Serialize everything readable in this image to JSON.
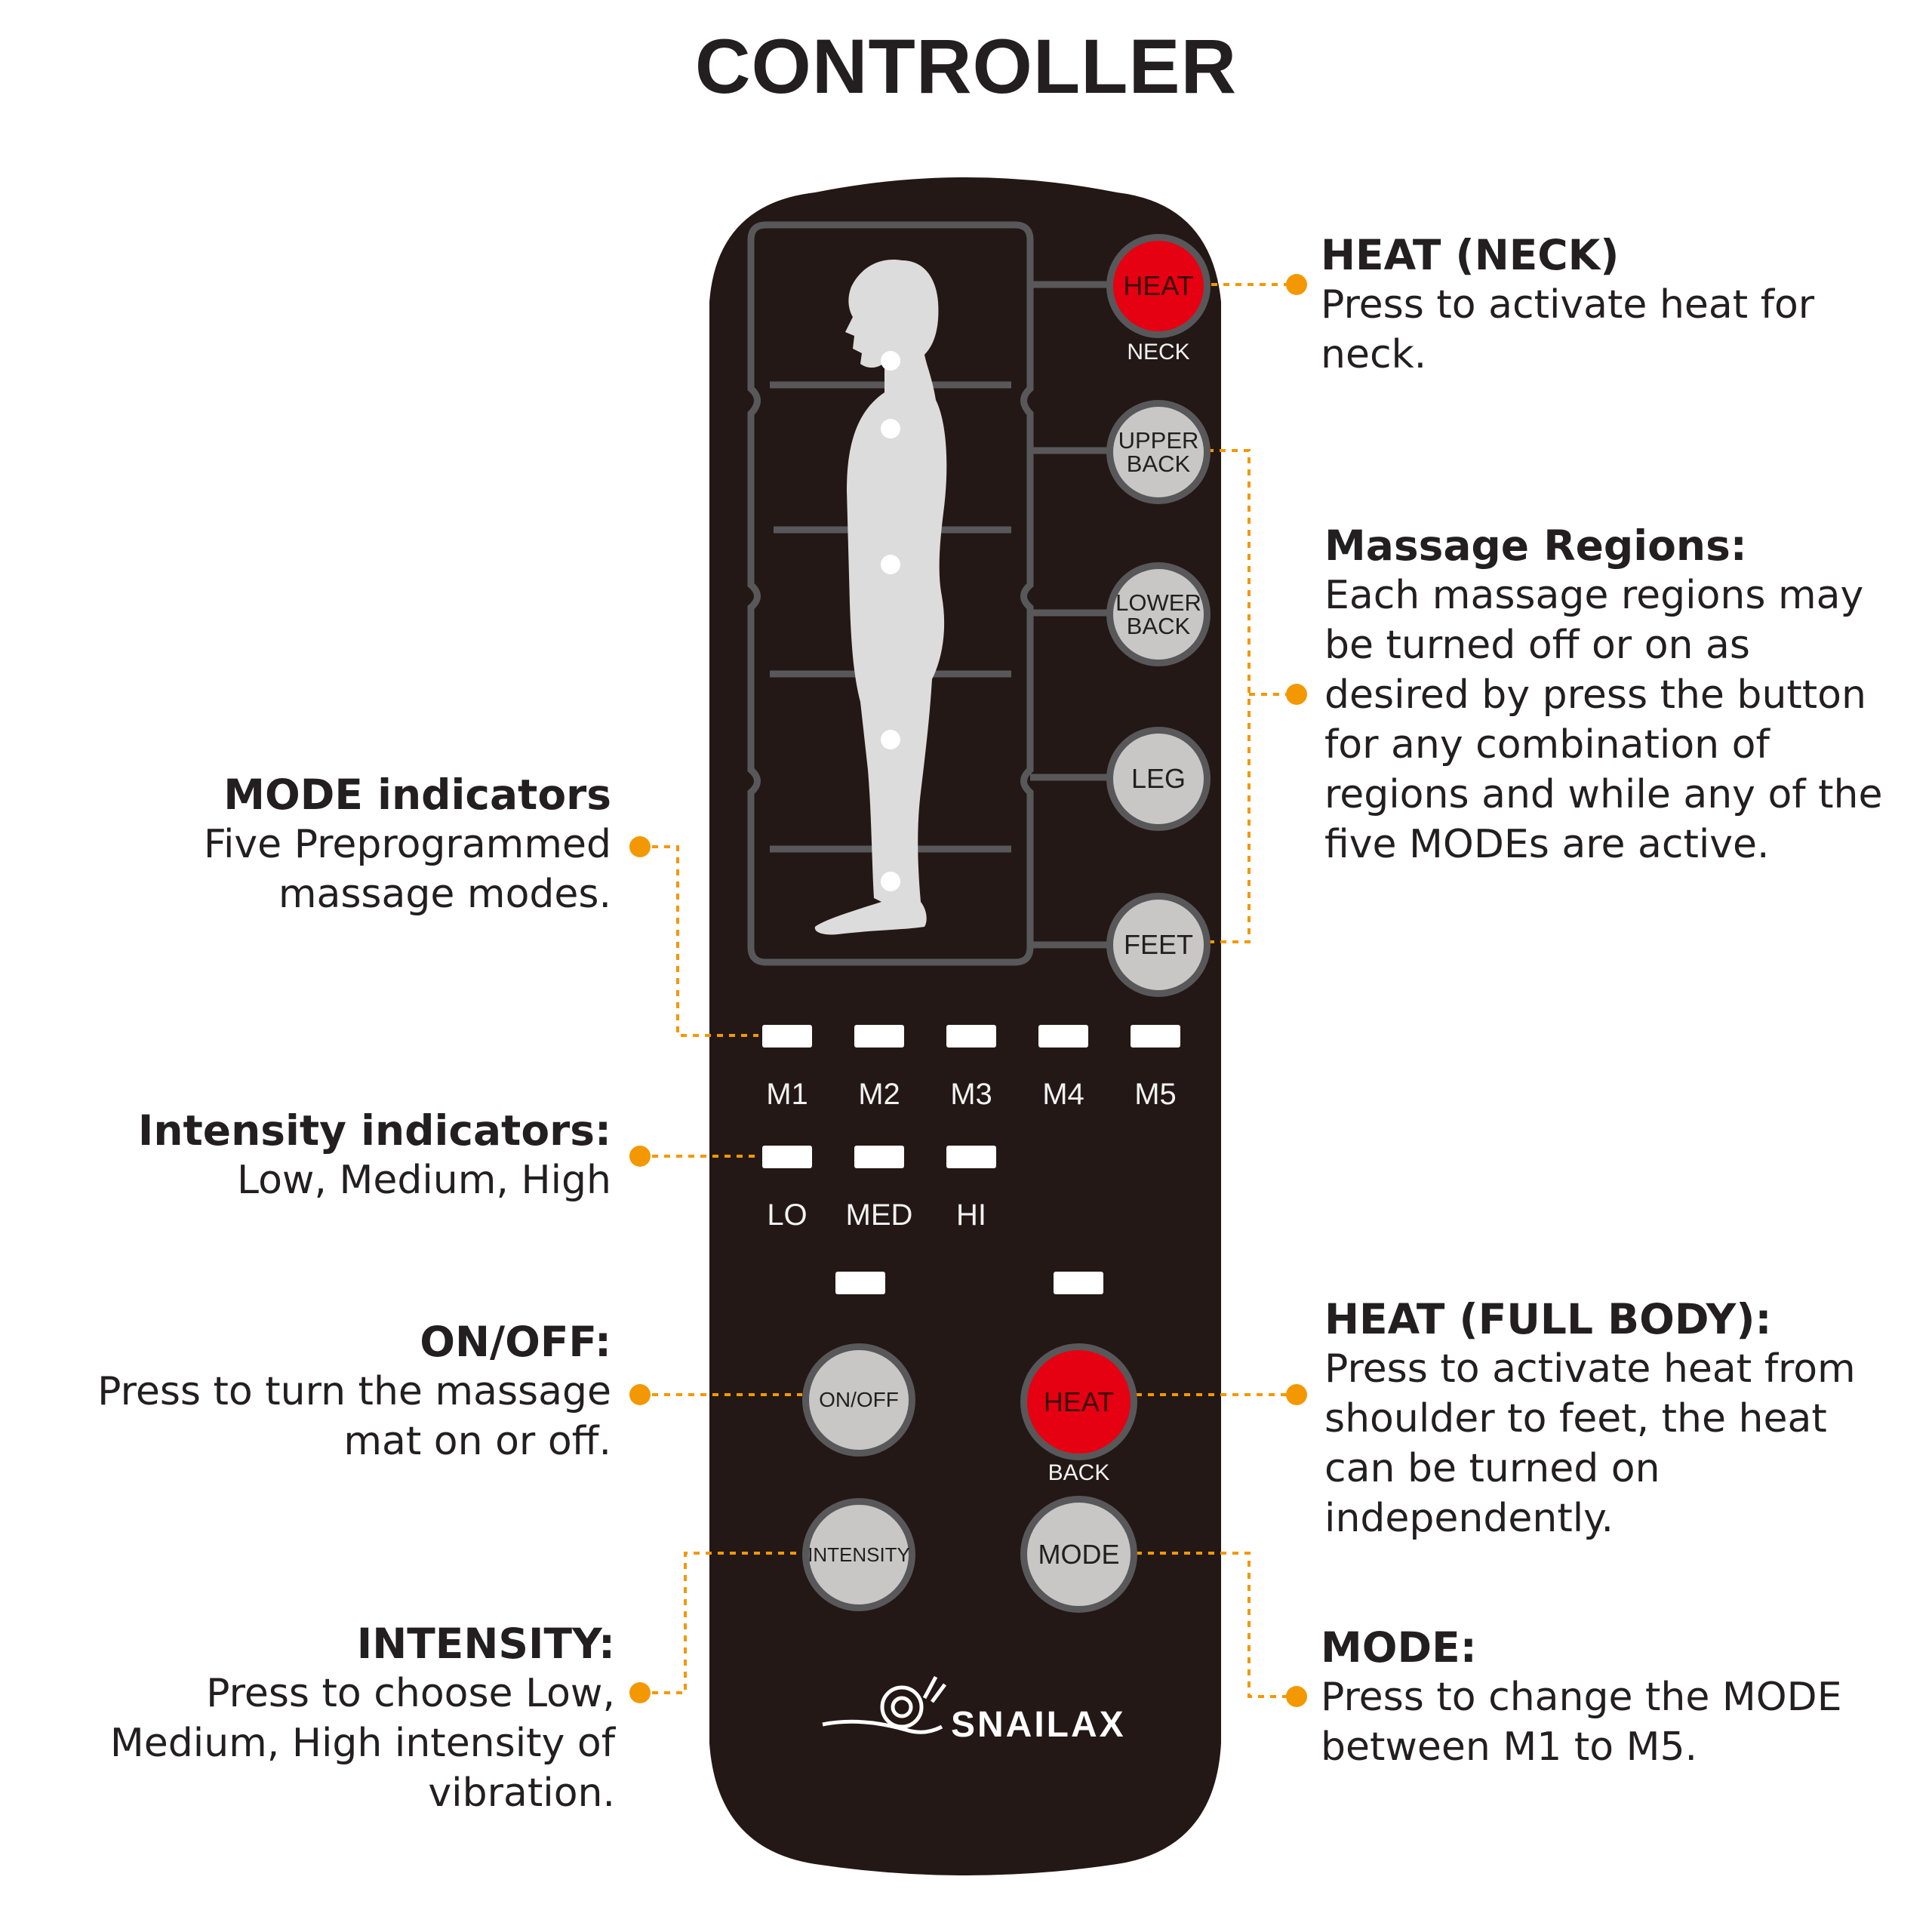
{
  "title": "CONTROLLER",
  "colors": {
    "remote_body": "#231815",
    "button_gray": "#c9c7c5",
    "button_red": "#e50012",
    "leader_orange": "#f39800",
    "text": "#231f20"
  },
  "buttons": {
    "heat_neck": "HEAT",
    "neck_caption": "NECK",
    "upper_back": "UPPER\nBACK",
    "lower_back": "LOWER\nBACK",
    "leg": "LEG",
    "feet": "FEET",
    "on_off": "ON/OFF",
    "heat_back": "HEAT",
    "back_caption": "BACK",
    "intensity": "INTENSITY",
    "mode": "MODE"
  },
  "mode_labels": [
    "M1",
    "M2",
    "M3",
    "M4",
    "M5"
  ],
  "intensity_labels": [
    "LO",
    "MED",
    "HI"
  ],
  "brand": "SNAILAX",
  "brand_logo_icon": "snail-icon",
  "annotations": {
    "heat_neck": {
      "heading": "HEAT (NECK)",
      "body": "Press to activate heat for neck."
    },
    "massage_regions": {
      "heading": "Massage Regions:",
      "body": "Each massage regions  may be turned off or on as desired by press the button for any combination of regions and while any of the five  MODEs are active."
    },
    "mode_indicators": {
      "heading": "MODE indicators",
      "body": "Five Preprogrammed massage modes."
    },
    "intensity_indicators": {
      "heading": "Intensity indicators:",
      "body": "Low, Medium, High"
    },
    "on_off": {
      "heading": "ON/OFF:",
      "body": "Press to turn the massage mat on or off."
    },
    "heat_full_body": {
      "heading": "HEAT (FULL BODY):",
      "body": "Press to activate heat from shoulder to feet, the heat can be turned on independently."
    },
    "intensity": {
      "heading": "INTENSITY:",
      "body": "Press to choose Low, Medium, High intensity of vibration."
    },
    "mode": {
      "heading": "MODE:",
      "body": "Press to change the MODE between M1 to M5."
    }
  }
}
